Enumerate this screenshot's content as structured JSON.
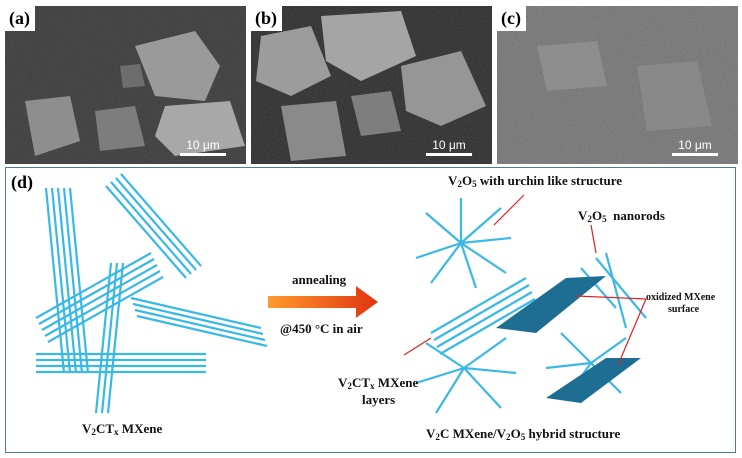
{
  "panels": {
    "a": {
      "label": "(a)",
      "scale": "10 μm"
    },
    "b": {
      "label": "(b)",
      "scale": "10 μm"
    },
    "c": {
      "label": "(c)",
      "scale": "10 μm"
    },
    "d": {
      "label": "(d)"
    }
  },
  "schematic": {
    "left_label_prefix": "V",
    "left_label_sub1": "2",
    "left_label_mid": "CT",
    "left_label_sub2": "x",
    "left_label_suffix": " MXene",
    "arrow_top": "annealing",
    "arrow_bottom": "@450 °C in air",
    "urchin_label": "with urchin like structure",
    "nanorods_label": "nanorods",
    "oxidized_label_1": "oxidized MXene",
    "oxidized_label_2": "surface",
    "layers_label_1": " MXene",
    "layers_label_2": "layers",
    "hybrid_label_a": "V",
    "hybrid_label_b": "C MXene/V",
    "hybrid_label_c": "O",
    "hybrid_label_d": " hybrid structure",
    "v": "V",
    "o": "O",
    "ct": "CT",
    "sub2": "2",
    "sub5": "5",
    "subx": "x"
  },
  "colors": {
    "rod": "#3ab8e6",
    "arrow_start": "#ff9a2e",
    "arrow_end": "#e0340f",
    "pointer": "#e02020",
    "border": "#4a78b5"
  }
}
